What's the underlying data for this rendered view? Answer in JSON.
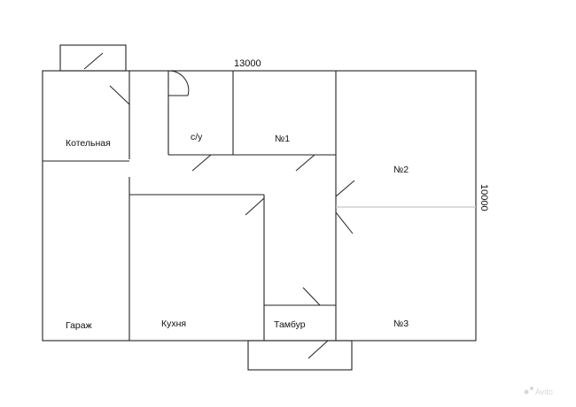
{
  "dimensions": {
    "width_label": "13000",
    "height_label": "10000"
  },
  "rooms": {
    "kotelnaya": "Котельная",
    "su": "с/у",
    "room1": "№1",
    "room2": "№2",
    "room3": "№3",
    "garage": "Гараж",
    "kitchen": "Кухня",
    "tambur": "Тамбур"
  },
  "watermark": "Avito",
  "colors": {
    "wall": "#222222",
    "divider": "#c8c8c8",
    "background": "#ffffff"
  }
}
